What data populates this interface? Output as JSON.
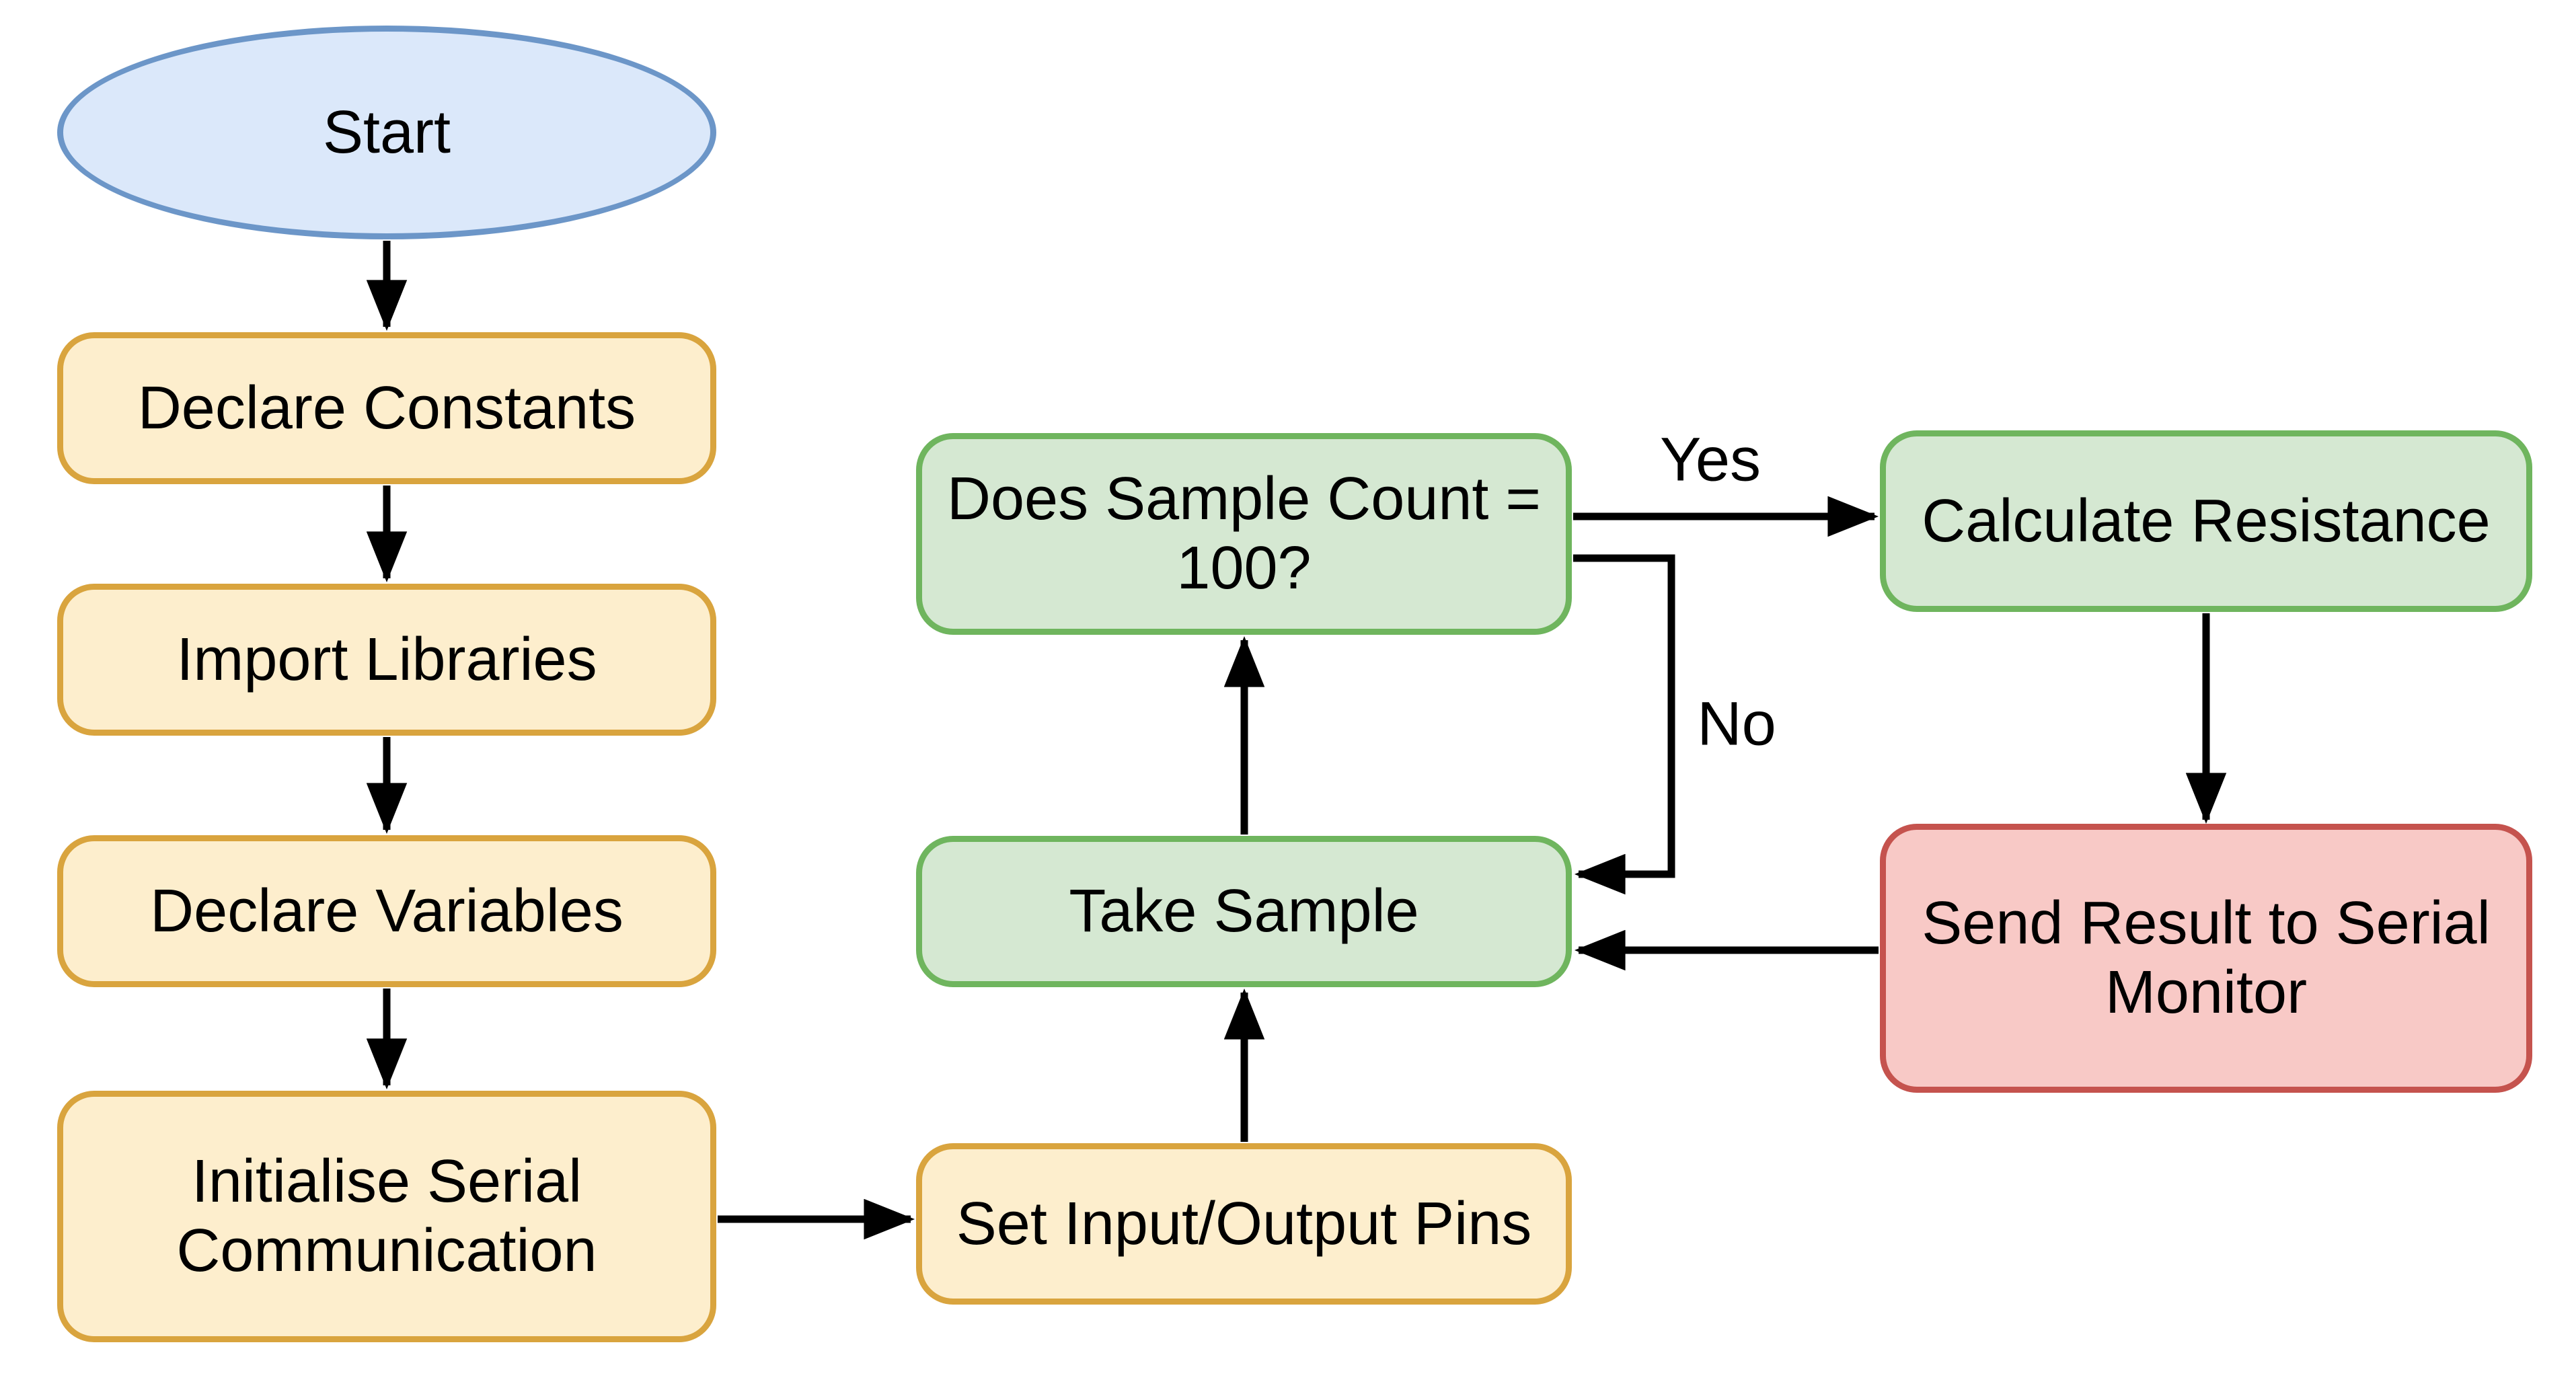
{
  "diagram": {
    "type": "flowchart",
    "background_color": "#ffffff",
    "connector_color": "#000000",
    "palette": {
      "terminator_fill": "#dbe8fa",
      "terminator_stroke": "#6c96c8",
      "process_fill": "#fdeecd",
      "process_stroke": "#d9a43e",
      "loop_fill": "#d5e8d2",
      "loop_stroke": "#6fb55e",
      "output_fill": "#f8c9c6",
      "output_stroke": "#c5534e"
    },
    "nodes": {
      "start": {
        "label": "Start",
        "shape": "ellipse",
        "fill": "#dbe8fa",
        "stroke": "#6c96c8"
      },
      "declare_constants": {
        "label": "Declare Constants",
        "shape": "rounded-rect",
        "fill": "#fdeecd",
        "stroke": "#d9a43e"
      },
      "import_libraries": {
        "label": "Import Libraries",
        "shape": "rounded-rect",
        "fill": "#fdeecd",
        "stroke": "#d9a43e"
      },
      "declare_variables": {
        "label": "Declare Variables",
        "shape": "rounded-rect",
        "fill": "#fdeecd",
        "stroke": "#d9a43e"
      },
      "initialise_serial": {
        "label": "Initialise Serial\nCommunication",
        "shape": "rounded-rect",
        "fill": "#fdeecd",
        "stroke": "#d9a43e"
      },
      "set_io_pins": {
        "label": "Set Input/Output Pins",
        "shape": "rounded-rect",
        "fill": "#fdeecd",
        "stroke": "#d9a43e"
      },
      "take_sample": {
        "label": "Take Sample",
        "shape": "rounded-rect",
        "fill": "#d5e8d2",
        "stroke": "#6fb55e"
      },
      "does_sample_count": {
        "label": "Does Sample Count =\n100?",
        "shape": "rounded-rect",
        "fill": "#d5e8d2",
        "stroke": "#6fb55e"
      },
      "calculate_resistance": {
        "label": "Calculate Resistance",
        "shape": "rounded-rect",
        "fill": "#d5e8d2",
        "stroke": "#6fb55e"
      },
      "send_result": {
        "label": "Send Result to Serial\nMonitor",
        "shape": "rounded-rect",
        "fill": "#f8c9c6",
        "stroke": "#c5534e"
      }
    },
    "edges": [
      {
        "from": "Start",
        "to": "Declare Constants",
        "label": ""
      },
      {
        "from": "Declare Constants",
        "to": "Import Libraries",
        "label": ""
      },
      {
        "from": "Import Libraries",
        "to": "Declare Variables",
        "label": ""
      },
      {
        "from": "Declare Variables",
        "to": "Initialise Serial Communication",
        "label": ""
      },
      {
        "from": "Initialise Serial Communication",
        "to": "Set Input/Output Pins",
        "label": ""
      },
      {
        "from": "Set Input/Output Pins",
        "to": "Take Sample",
        "label": ""
      },
      {
        "from": "Take Sample",
        "to": "Does Sample Count = 100?",
        "label": ""
      },
      {
        "from": "Does Sample Count = 100?",
        "to": "Calculate Resistance",
        "label": "Yes"
      },
      {
        "from": "Does Sample Count = 100?",
        "to": "Take Sample",
        "label": "No"
      },
      {
        "from": "Calculate Resistance",
        "to": "Send Result to Serial Monitor",
        "label": ""
      },
      {
        "from": "Send Result to Serial Monitor",
        "to": "Take Sample",
        "label": ""
      }
    ]
  }
}
